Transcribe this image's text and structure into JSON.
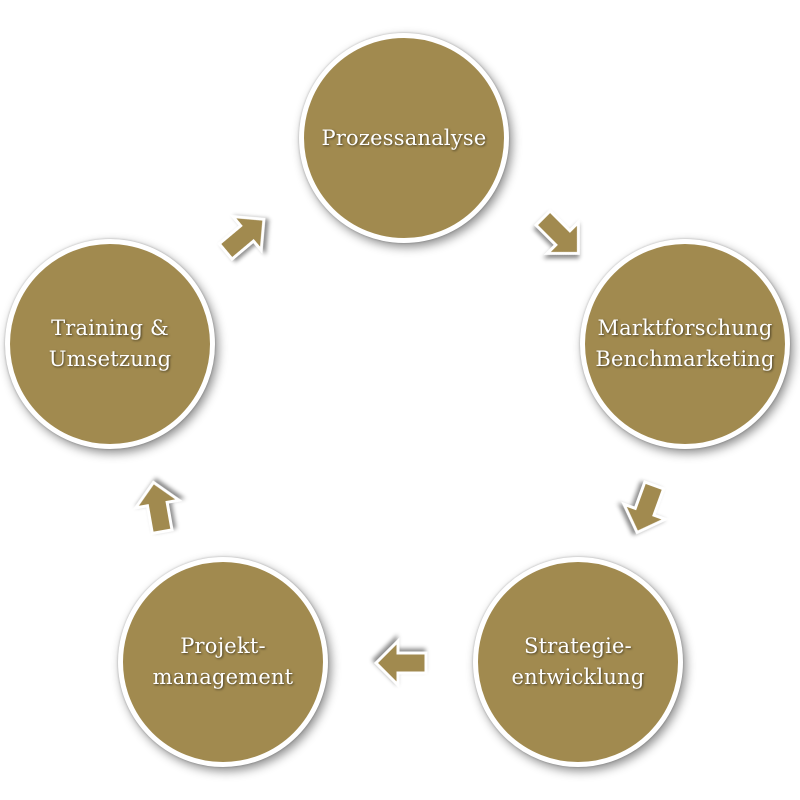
{
  "diagram": {
    "nodes": [
      {
        "id": "prozessanalyse",
        "lines": [
          "Prozessanalyse"
        ]
      },
      {
        "id": "marktforschung",
        "lines": [
          "Marktforschung",
          "Benchmarketing"
        ]
      },
      {
        "id": "strategie",
        "lines": [
          "Strategie-",
          "entwicklung"
        ]
      },
      {
        "id": "projekt",
        "lines": [
          "Projekt-",
          "management"
        ]
      },
      {
        "id": "training",
        "lines": [
          "Training &",
          "Umsetzung"
        ]
      }
    ],
    "colors": {
      "node_fill": "#a18a4f",
      "node_border": "#ffffff",
      "text": "#ffffff",
      "arrow_fill": "#a18a4f"
    },
    "flow": "clockwise"
  }
}
